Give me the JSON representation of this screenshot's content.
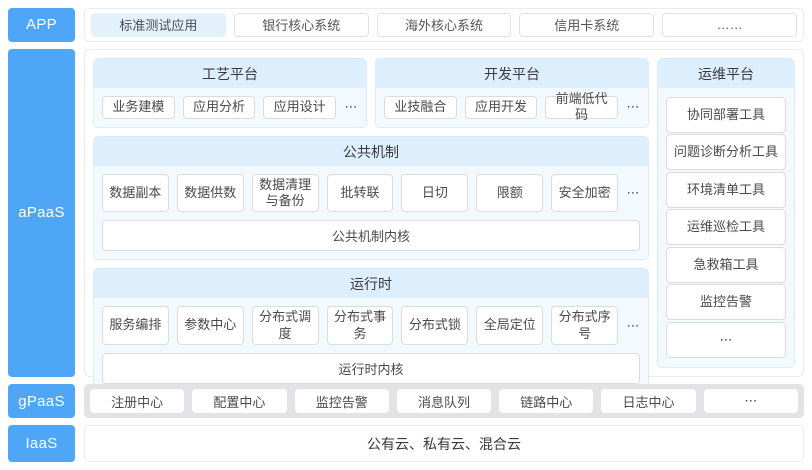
{
  "colors": {
    "band_label_blue": "#4FA6F6",
    "selected_chip_bg": "#e3f1fd",
    "panel_bg": "#f3faff",
    "panel_header_bg": "#ddeefd",
    "panel_border": "#d9ecfa",
    "chip_border": "#dcdcdc",
    "gpaas_bg": "#e3e3e5"
  },
  "bands": {
    "app": {
      "label": "APP",
      "items": [
        "标准测试应用",
        "银行核心系统",
        "海外核心系统",
        "信用卡系统",
        "……"
      ]
    },
    "apaas": {
      "label": "aPaaS",
      "craft": {
        "title": "工艺平台",
        "items": [
          "业务建模",
          "应用分析",
          "应用设计"
        ],
        "more": "⋯"
      },
      "dev": {
        "title": "开发平台",
        "items": [
          "业技融合",
          "应用开发",
          "前端低代码"
        ],
        "more": "⋯"
      },
      "ops": {
        "title": "运维平台",
        "items": [
          "协同部署工具",
          "问题诊断分析工具",
          "环境清单工具",
          "运维巡检工具",
          "急救箱工具",
          "监控告警",
          "⋯"
        ]
      },
      "common": {
        "title": "公共机制",
        "items": [
          "数据副本",
          "数据供数",
          "数据清理与备份",
          "批转联",
          "日切",
          "限额",
          "安全加密"
        ],
        "more": "⋯",
        "kernel": "公共机制内核"
      },
      "runtime": {
        "title": "运行时",
        "items": [
          "服务编排",
          "参数中心",
          "分布式调度",
          "分布式事务",
          "分布式锁",
          "全局定位",
          "分布式序号"
        ],
        "more": "⋯",
        "kernel": "运行时内核"
      }
    },
    "gpaas": {
      "label": "gPaaS",
      "items": [
        "注册中心",
        "配置中心",
        "监控告警",
        "消息队列",
        "链路中心",
        "日志中心",
        "⋯"
      ]
    },
    "iaas": {
      "label": "IaaS",
      "text": "公有云、私有云、混合云"
    }
  }
}
